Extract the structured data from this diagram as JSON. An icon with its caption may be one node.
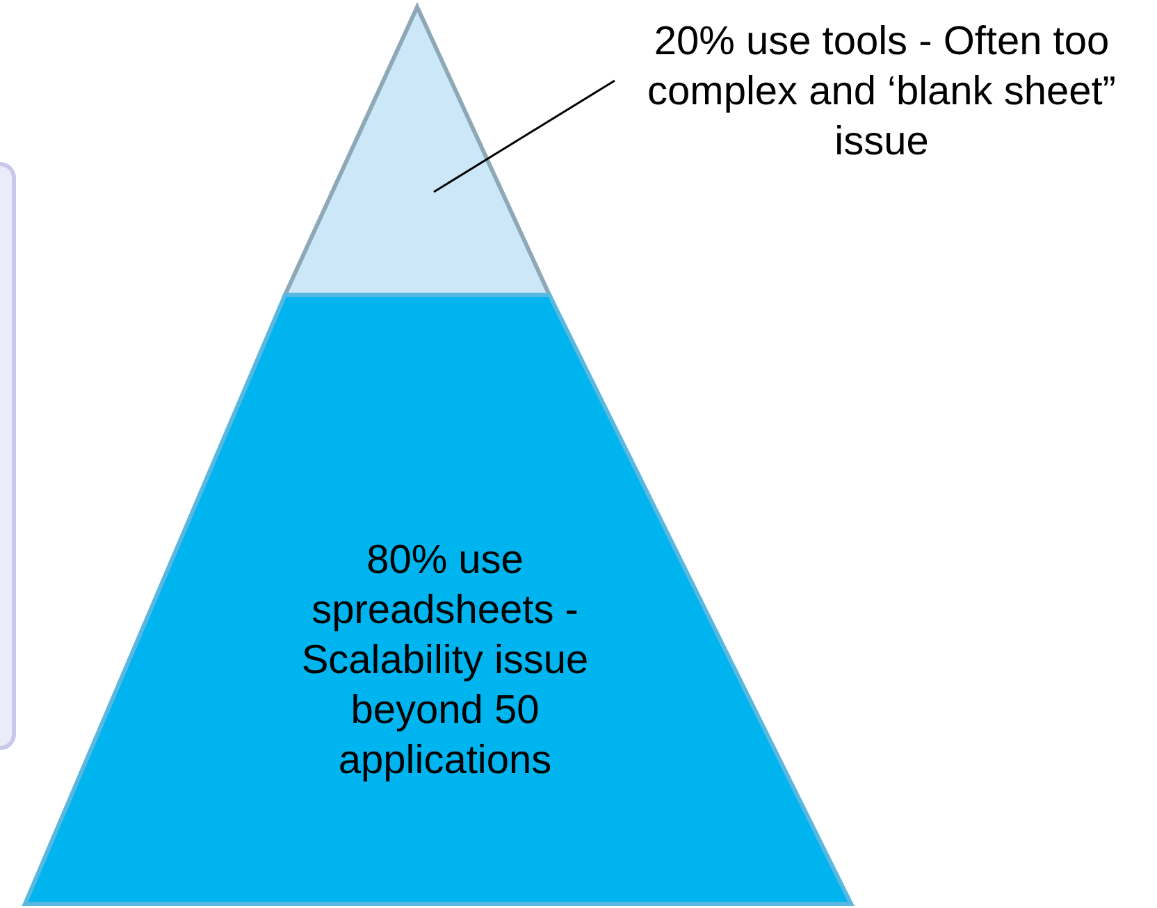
{
  "diagram": {
    "nodes": [
      {
        "text": [],
        "shape": "triangle"
      },
      {
        "text": [
          "20% use tools - Often too complex and ‘blank sheet” issue"
        ]
      },
      {
        "text": [
          "80% use spreadsheets - Scalability issue beyond 50 applications"
        ]
      }
    ],
    "edges": [
      {
        "from": 1,
        "to": 0,
        "arrow": "none"
      }
    ]
  }
}
